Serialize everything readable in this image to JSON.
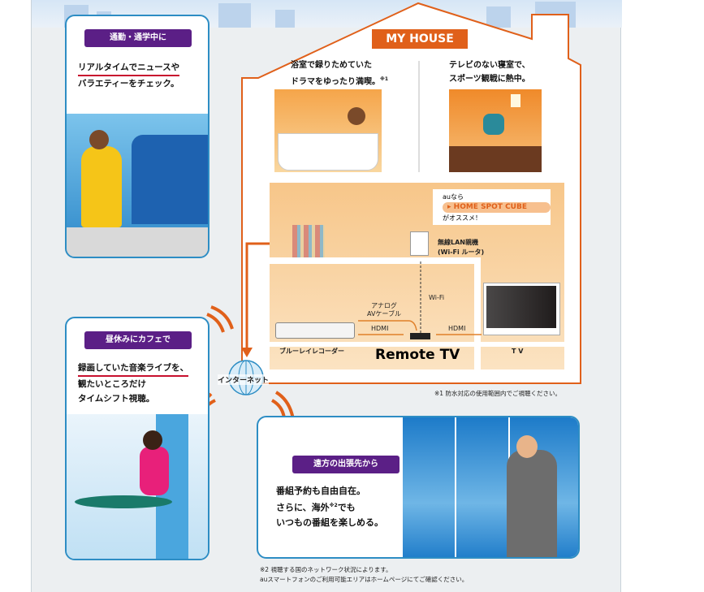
{
  "house": {
    "title": "MY HOUSE",
    "bath_caption": [
      "浴室で録りためていた",
      "ドラマをゆったり満喫。"
    ],
    "bath_note": "※1",
    "bedroom_caption": [
      "テレビのない寝室で、",
      "スポーツ観戦に熱中。"
    ],
    "callout": {
      "line1": "auなら",
      "product": "HOME SPOT CUBE",
      "line3": "がオススメ！"
    },
    "router_label": [
      "無線LAN親機",
      "(Wi-Fi ルータ)"
    ],
    "wifi": "Wi-Fi",
    "analog": [
      "アナログ",
      "AVケーブル"
    ],
    "hdmi_left": "HDMI",
    "hdmi_right": "HDMI",
    "recorder": "ブルーレイレコーダー",
    "device": "Remote TV",
    "tv": "T V",
    "footnote1": "※1 防水対応の使用範囲内でご視聴ください。"
  },
  "internet": "インターネット",
  "cards": [
    {
      "tag": "通勤・通学中に",
      "lines": [
        "リアルタイムでニュースや",
        "バラエティーをチェック。"
      ]
    },
    {
      "tag": "昼休みにカフェで",
      "lines": [
        "録画していた音楽ライブを、",
        "観たいところだけ",
        "タイムシフト視聴。"
      ]
    },
    {
      "tag": "遠方の出張先から",
      "lines": [
        "番組予約も自由自在。",
        "さらに、海外",
        "でも",
        "いつもの番組を楽しめる。"
      ],
      "note": "※2"
    }
  ],
  "footnote2": [
    "※2 視聴する国のネットワーク状況によります。",
    "auスマートフォンのご利用可能エリアはホームページにてご確認ください。"
  ],
  "colors": {
    "orange": "#e0601a",
    "purple": "#5b1f86",
    "blue": "#2d8dc4",
    "red": "#c8102e"
  }
}
